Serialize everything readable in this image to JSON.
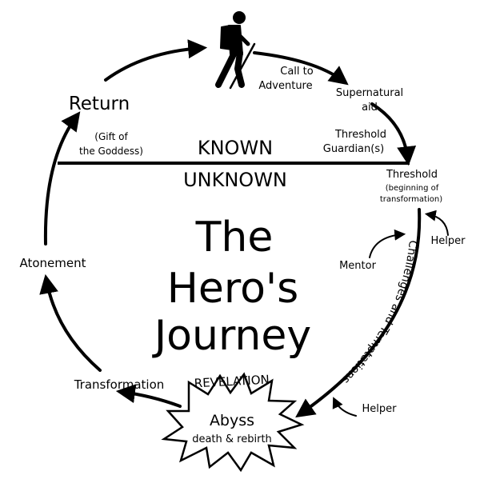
{
  "title": {
    "line1": "The",
    "line2": "Hero's",
    "line3": "Journey"
  },
  "divider": {
    "known": "KNOWN",
    "unknown": "UNKNOWN"
  },
  "stages": {
    "call_line1": "Call to",
    "call_line2": "Adventure",
    "supernatural_line1": "Supernatural",
    "supernatural_line2": "aid",
    "guardian_line1": "Threshold",
    "guardian_line2": "Guardian(s)",
    "threshold": "Threshold",
    "threshold_note_line1": "(beginning of",
    "threshold_note_line2": "transformation)",
    "helper_upper": "Helper",
    "mentor": "Mentor",
    "challenges": "Challenges and Temptations",
    "helper_lower": "Helper",
    "revelation": "REVELATION",
    "abyss": "Abyss",
    "abyss_note": "death & rebirth",
    "transformation": "Transformation",
    "atonement": "Atonement",
    "return": "Return",
    "gift_line1": "(Gift of",
    "gift_line2": "the Goddess)"
  },
  "icons": {
    "hiker": "hiker-icon"
  },
  "colors": {
    "ink": "#000000",
    "background": "#ffffff"
  }
}
